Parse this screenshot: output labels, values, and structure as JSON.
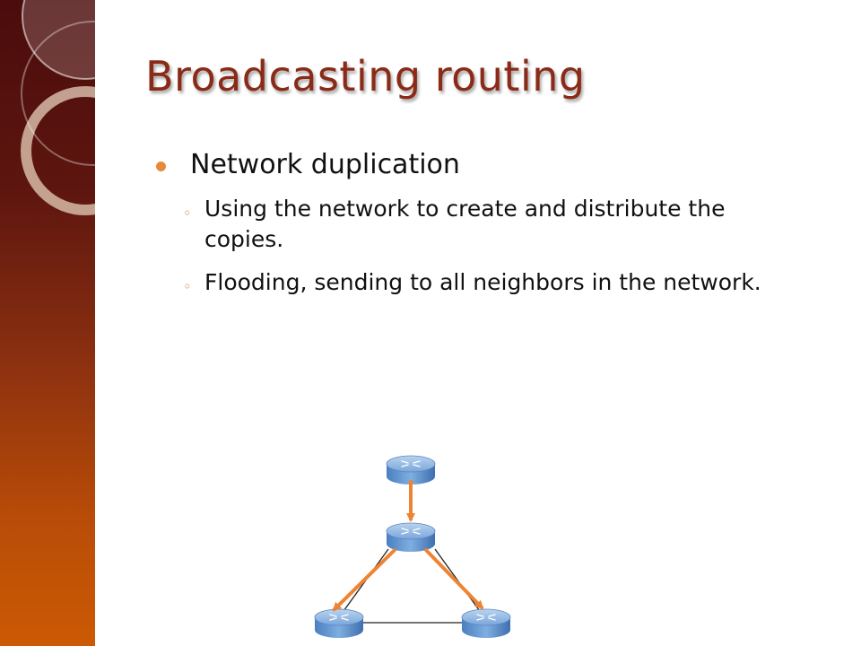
{
  "title": "Broadcasting routing",
  "bullets": {
    "main": "Network duplication",
    "sub": [
      "Using the network to create and distribute the copies.",
      "Flooding, sending to all neighbors in the network."
    ]
  },
  "diagram": {
    "nodes": [
      "router-top",
      "router-middle",
      "router-bottom-left",
      "router-bottom-right"
    ],
    "arrow_color": "#ee8433",
    "router_color": "#6e9bd3"
  },
  "theme": {
    "title_color": "#8a2a17",
    "bullet_color": "#e58a3a",
    "band_top": "#4a0c0c",
    "band_bottom": "#cc5a04"
  }
}
